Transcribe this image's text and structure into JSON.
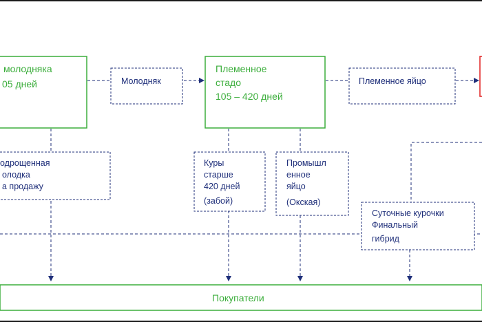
{
  "boxes": {
    "young_stock": {
      "line1": "молодняка",
      "line2": "05 дней"
    },
    "breeding_flock": {
      "line1": "Племенное",
      "line2": "стадо",
      "line3": "105 – 420 дней"
    }
  },
  "flow_labels": {
    "young": "Молодняк",
    "breeding_egg": "Племенное яйцо"
  },
  "outputs": {
    "pullets": {
      "line1": "одрощенная",
      "line2": "олодка",
      "line3": "а продажу"
    },
    "hens_over": {
      "line1": "Куры",
      "line2": "старше",
      "line3": "420 дней",
      "line4": "(забой)"
    },
    "industrial_egg": {
      "line1": "Промышл",
      "line2": "енное",
      "line3": "яйцо",
      "line4": "(Окская)"
    },
    "day_old_chicks": {
      "line1": "Суточные курочки",
      "line2": "Финальный",
      "line3": "гибрид"
    }
  },
  "buyers": "Покупатели",
  "colors": {
    "green": "#3cae3c",
    "blue": "#1f2f7a",
    "red": "#e02020"
  }
}
